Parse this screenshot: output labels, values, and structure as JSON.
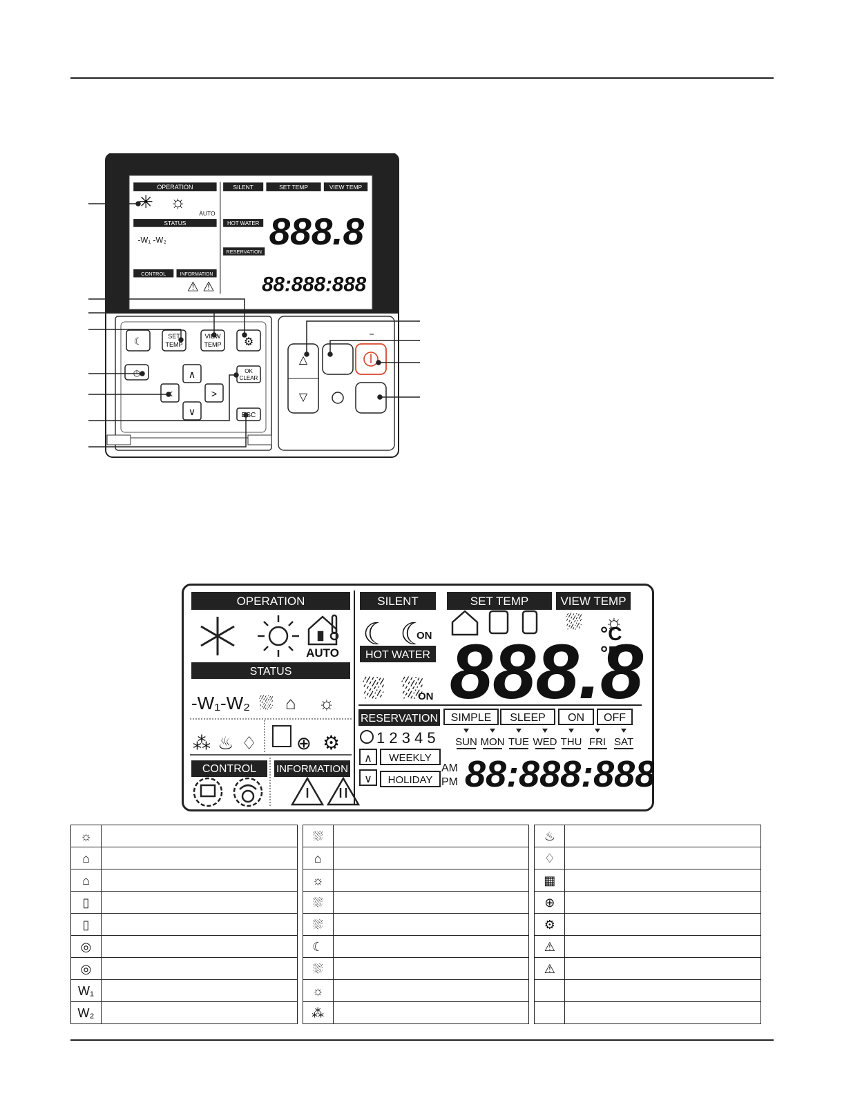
{
  "lcd": {
    "operation": "OPERATION",
    "auto": "AUTO",
    "status": "STATUS",
    "control": "CONTROL",
    "information": "INFORMATION",
    "silent": "SILENT",
    "on": "ON",
    "hot_water": "HOT WATER",
    "set_temp": "SET TEMP",
    "view_temp": "VIEW TEMP",
    "celsius": "°C",
    "fahrenheit": "°F",
    "reservation": "RESERVATION",
    "simple": "SIMPLE",
    "sleep": "SLEEP",
    "res_on": "ON",
    "res_off": "OFF",
    "numbers": "1 2 3 4 5",
    "days": [
      "SUN",
      "MON",
      "TUE",
      "WED",
      "THU",
      "FRI",
      "SAT"
    ],
    "weekly": "WEEKLY",
    "holiday": "HOLIDAY",
    "am": "AM",
    "pm": "PM",
    "temp_digits": "888.8",
    "clock_digits": "88:888:888"
  },
  "remote": {
    "set_temp_btn": [
      "SET",
      "TEMP"
    ],
    "view_temp_btn": [
      "VIEW",
      "TEMP"
    ],
    "ok_clear_btn": [
      "OK",
      "CLEAR"
    ],
    "esc_btn": "ESC"
  },
  "legend_icons": [
    [
      "sun-icon",
      "shower-heater-icon",
      "defrost-icon"
    ],
    [
      "home-auto-icon",
      "house-play-icon",
      "drop-icon"
    ],
    [
      "house-thermo-icon",
      "sun-play-icon",
      "calendar-icon"
    ],
    [
      "tank-thermo-icon",
      "shower-icon",
      "lock-icon"
    ],
    [
      "thermo-out-icon",
      "shower-on-icon",
      "gear-off-icon"
    ],
    [
      "central-control-icon",
      "moon-on-icon",
      "warning-icon"
    ],
    [
      "remote-control-icon",
      "shower-thermo-icon",
      "error-icon"
    ],
    [
      "w1-icon",
      "sun-thermo-icon",
      ""
    ],
    [
      "w2-icon",
      "snow-drop-icon",
      ""
    ]
  ]
}
